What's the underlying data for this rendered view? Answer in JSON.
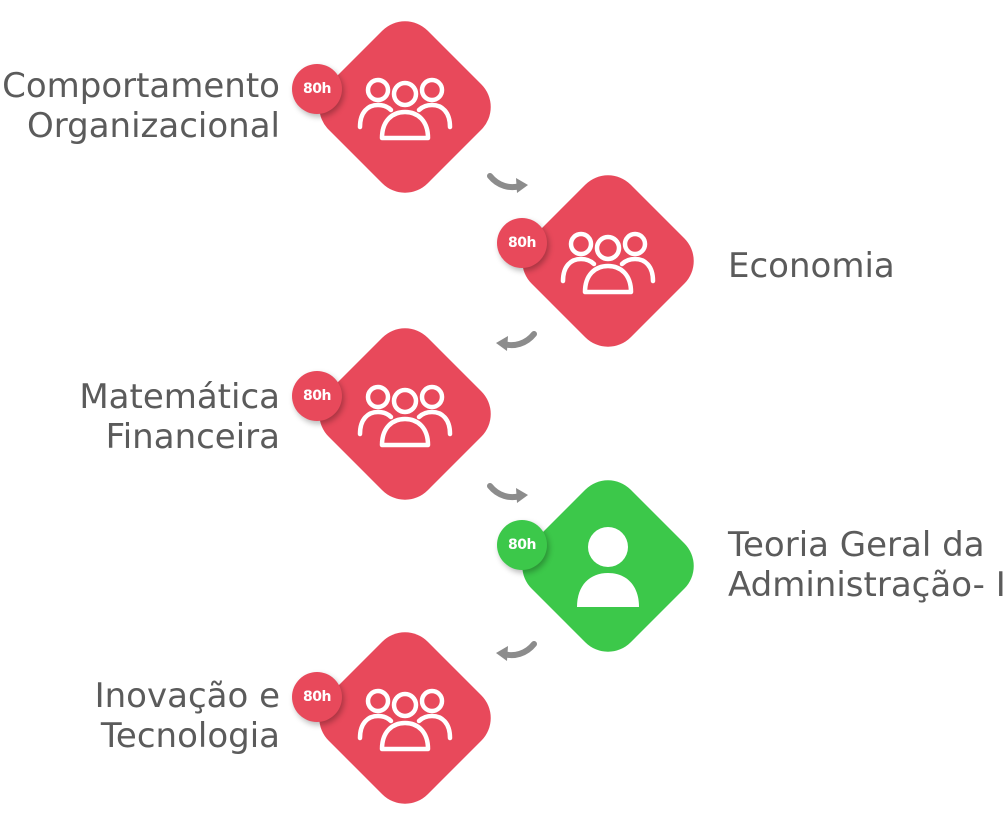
{
  "colors": {
    "red": "#e8495b",
    "green": "#3cc84a",
    "text": "#5b5b5b",
    "arrow": "#8c8c8c"
  },
  "steps": [
    {
      "title_lines": [
        "Comportamento",
        "Organizacional"
      ],
      "hours": "80h",
      "color": "red",
      "icon": "group-icon",
      "label_side": "left"
    },
    {
      "title_lines": [
        "Economia"
      ],
      "hours": "80h",
      "color": "red",
      "icon": "group-icon",
      "label_side": "right"
    },
    {
      "title_lines": [
        "Matemática",
        "Financeira"
      ],
      "hours": "80h",
      "color": "red",
      "icon": "group-icon",
      "label_side": "left"
    },
    {
      "title_lines": [
        "Teoria Geral da",
        "Administração- I"
      ],
      "hours": "80h",
      "color": "green",
      "icon": "user-icon",
      "label_side": "right"
    },
    {
      "title_lines": [
        "Inovação e",
        "Tecnologia"
      ],
      "hours": "80h",
      "color": "red",
      "icon": "group-icon",
      "label_side": "left"
    }
  ],
  "connectors": [
    {
      "direction": "right",
      "icon": "curved-arrow-right-icon"
    },
    {
      "direction": "left",
      "icon": "curved-arrow-left-icon"
    },
    {
      "direction": "right",
      "icon": "curved-arrow-right-icon"
    },
    {
      "direction": "left",
      "icon": "curved-arrow-left-icon"
    }
  ]
}
